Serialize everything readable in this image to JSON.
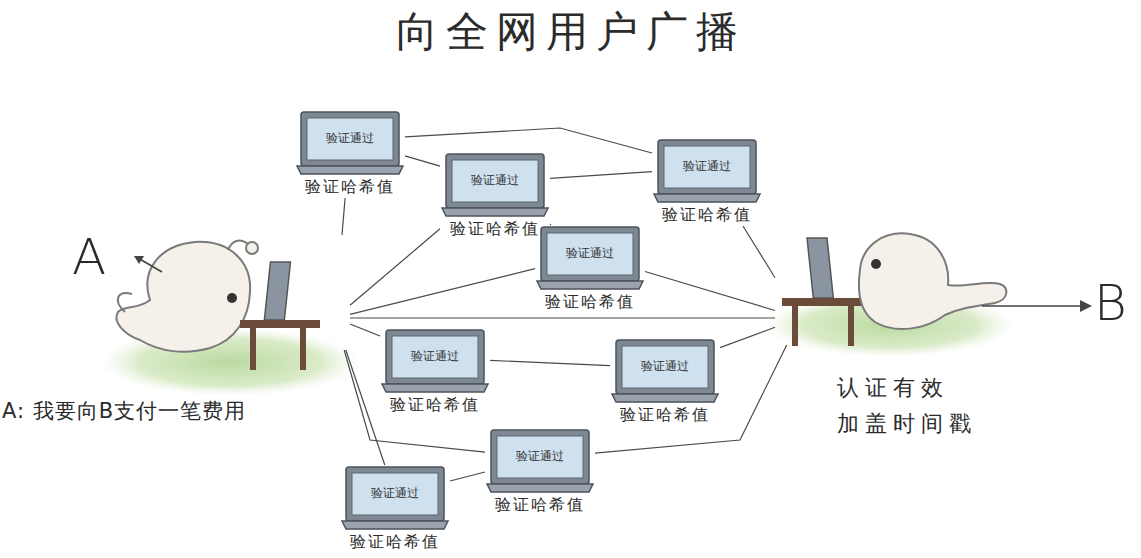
{
  "diagram": {
    "title": "向全网用户广播",
    "nodes": [
      {
        "text": [
          "验证通过",
          "验证哈希值"
        ]
      },
      {
        "text": [
          "验证通过",
          "验证哈希值"
        ]
      },
      {
        "text": [
          "验证通过",
          "验证哈希值"
        ]
      },
      {
        "text": [
          "验证通过",
          "验证哈希值"
        ]
      },
      {
        "text": [
          "A: 我要向B支付一笔费用"
        ]
      },
      {
        "text": [
          "认证有效 加盖时间戳"
        ]
      },
      {
        "text": [
          "验证通过",
          "验证哈希值"
        ]
      },
      {
        "text": [
          "验证通过",
          "验证哈希值"
        ]
      },
      {
        "text": [
          "验证通过",
          "验证哈希值"
        ]
      },
      {
        "text": [
          "验证通过",
          "验证哈希值"
        ]
      }
    ],
    "edges": [
      {
        "from": 4,
        "to": 0,
        "arrow": "none"
      },
      {
        "from": 4,
        "to": 1,
        "arrow": "none"
      },
      {
        "from": 4,
        "to": 3,
        "arrow": "none"
      },
      {
        "from": 4,
        "to": 5,
        "arrow": "none"
      },
      {
        "from": 4,
        "to": 6,
        "arrow": "none"
      },
      {
        "from": 4,
        "to": 8,
        "arrow": "none"
      },
      {
        "from": 4,
        "to": 9,
        "arrow": "none"
      },
      {
        "from": 0,
        "to": 1,
        "arrow": "none"
      },
      {
        "from": 0,
        "to": 2,
        "arrow": "none"
      },
      {
        "from": 1,
        "to": 2,
        "arrow": "none"
      },
      {
        "from": 1,
        "to": 3,
        "arrow": "none"
      },
      {
        "from": 2,
        "to": 5,
        "arrow": "none"
      },
      {
        "from": 3,
        "to": 5,
        "arrow": "none"
      },
      {
        "from": 6,
        "to": 7,
        "arrow": "none"
      },
      {
        "from": 7,
        "to": 5,
        "arrow": "none"
      },
      {
        "from": 8,
        "to": 5,
        "arrow": "none"
      },
      {
        "from": 8,
        "to": 9,
        "arrow": "none"
      }
    ],
    "labels": [
      "A",
      "B"
    ]
  }
}
